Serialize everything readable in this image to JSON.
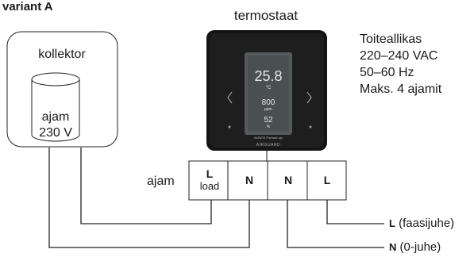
{
  "variant": "variant A",
  "thermostat": {
    "title": "termostaat",
    "temperature": "25.8",
    "temp_unit": "°C",
    "value2": "800",
    "value2_unit": "ppm",
    "value3": "52",
    "value3_unit": "%",
    "brand": "AIRGUARD",
    "status_line": "ANNOS  Parhaat ajo"
  },
  "collector": {
    "label": "kollektor",
    "actuator_line1": "ajam",
    "actuator_line2": "230 V"
  },
  "supply": {
    "line1": "Toiteallikas",
    "line2": "220–240 VAC",
    "line3": "50–60 Hz",
    "line4": "Maks. 4 ajamit"
  },
  "terminal_block": {
    "side_label": "ajam",
    "t1_main": "L",
    "t1_sub": "load",
    "t2": "N",
    "t3": "N",
    "t4": "L"
  },
  "wires": {
    "phase_letter": "L",
    "phase_text": " (faasijuhe)",
    "neutral_letter": "N",
    "neutral_text": " (0-juhe)"
  }
}
